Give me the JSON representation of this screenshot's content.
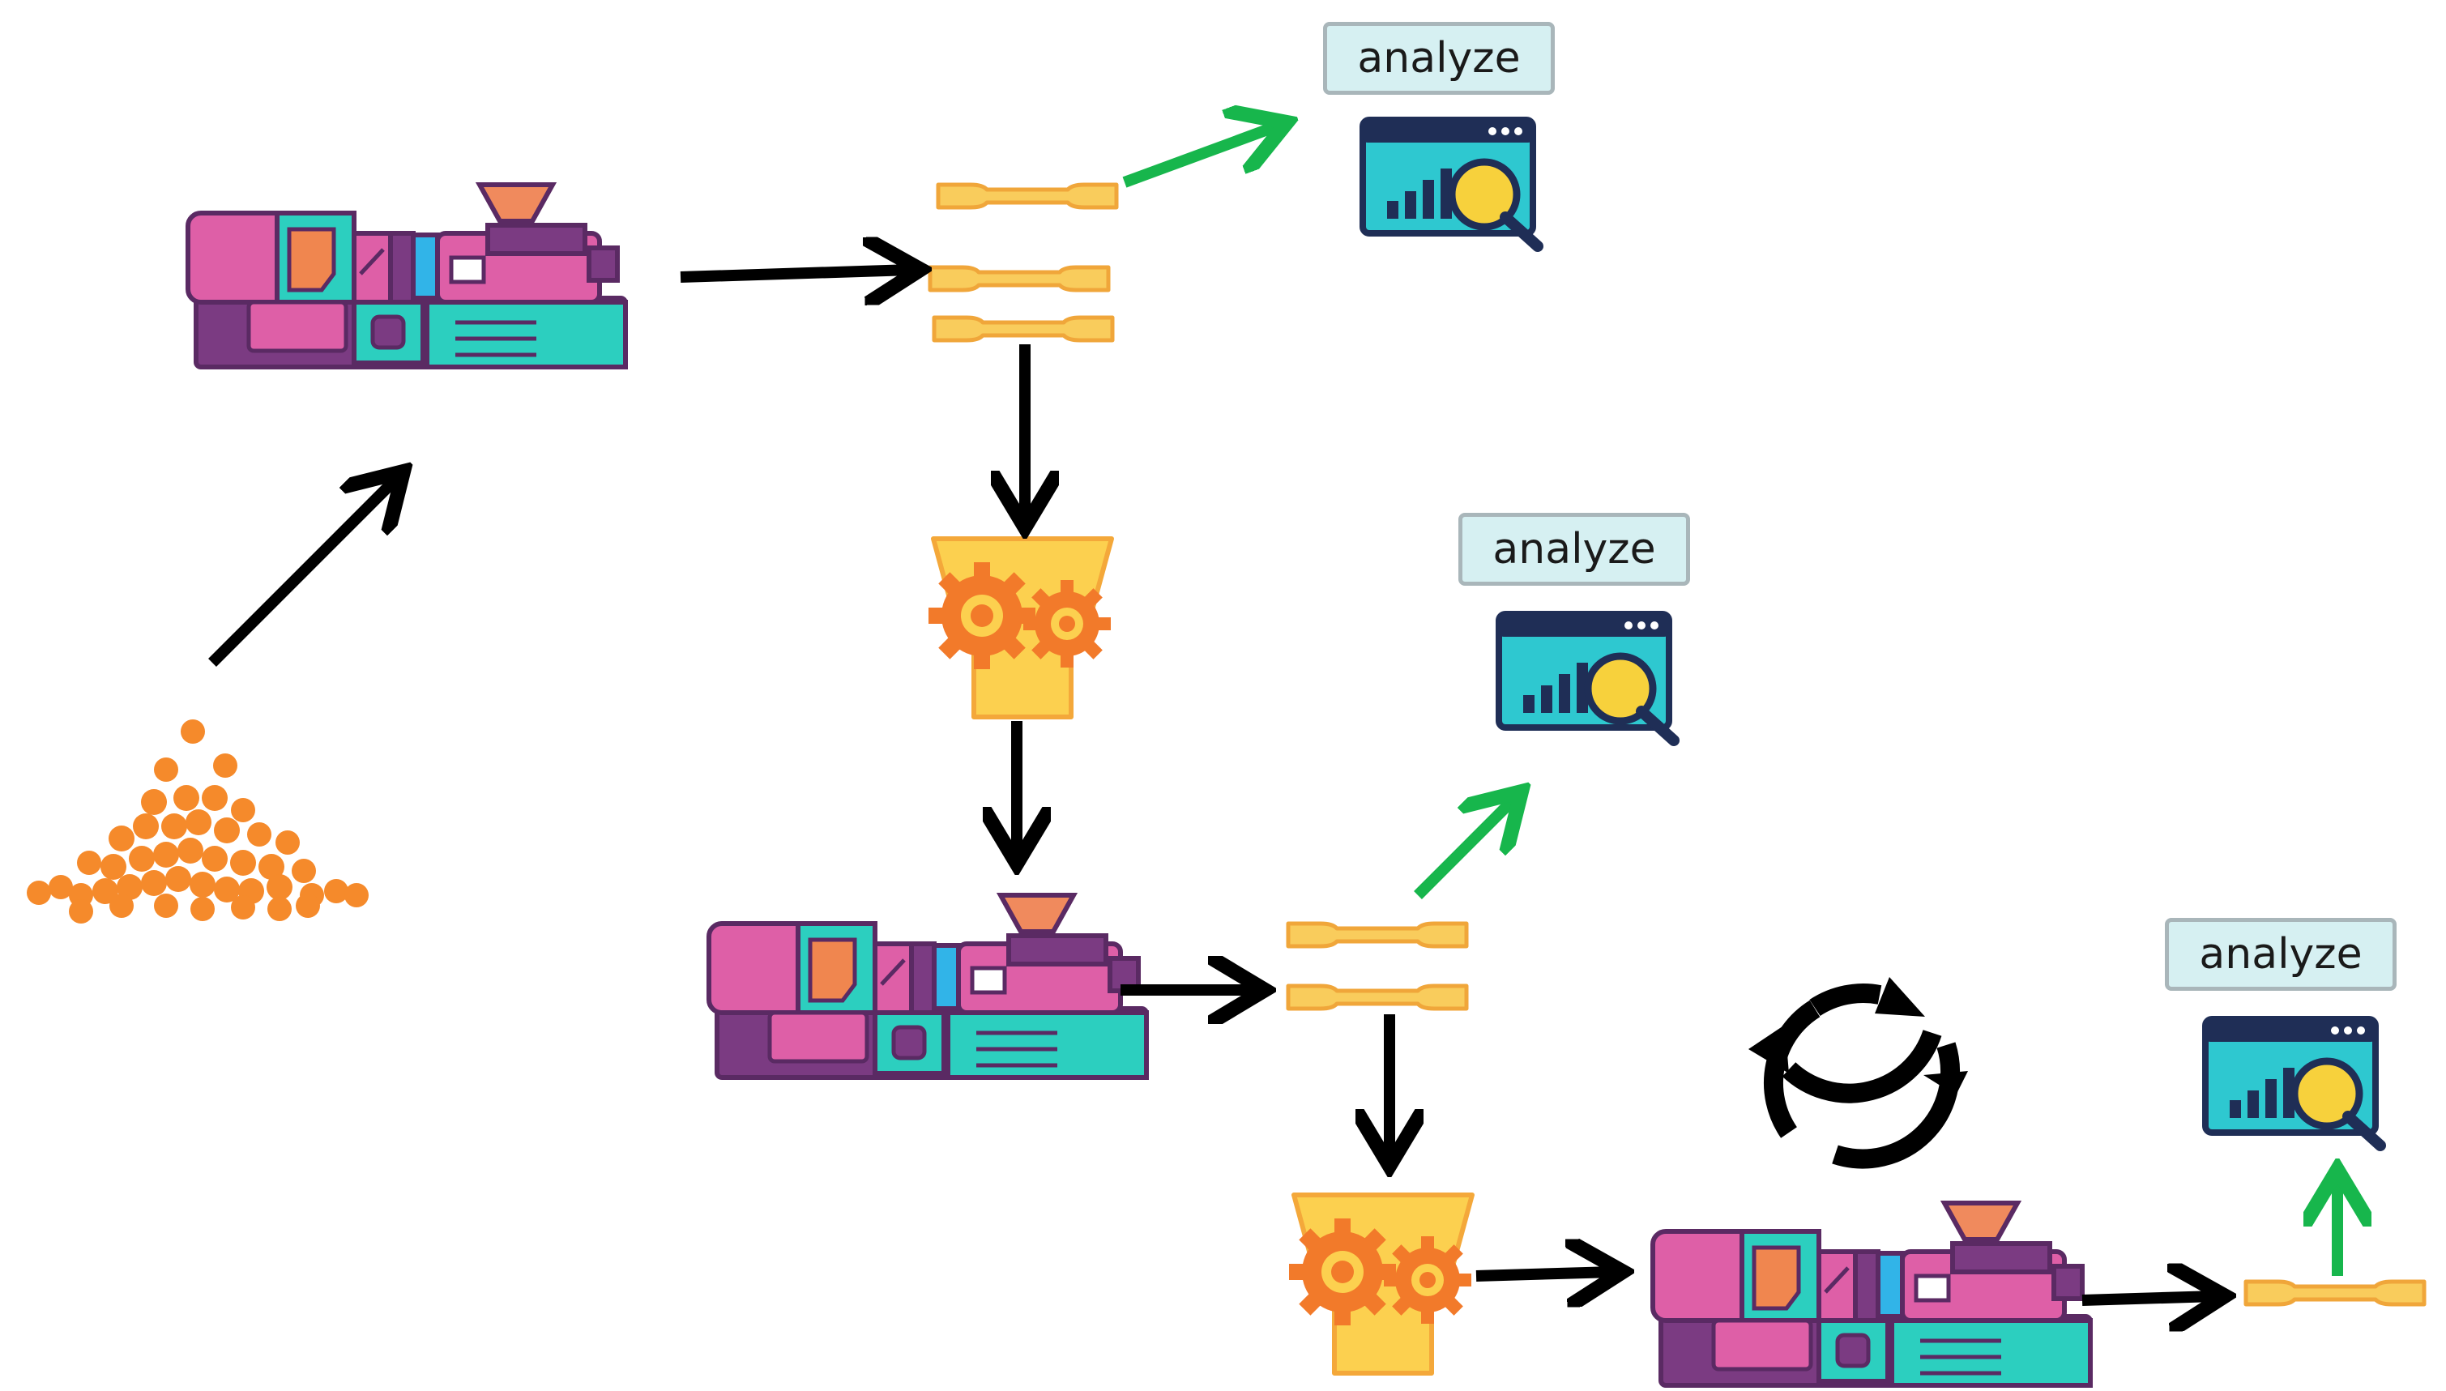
{
  "labels": {
    "analyze_1": "analyze",
    "analyze_2": "analyze",
    "analyze_3": "analyze"
  },
  "colors": {
    "machine_body": "#de5fa7",
    "machine_frame": "#7b3b82",
    "machine_outline": "#5a2a63",
    "machine_teal": "#2ccfbf",
    "machine_panel": "#f0864f",
    "machine_blue": "#31b4e8",
    "hopper": "#f08a5d",
    "specimen_fill": "#f9cc5c",
    "specimen_edge": "#f0a63a",
    "pellets": "#f58a2b",
    "shredder_fill": "#fcd04f",
    "shredder_edge": "#f4a83a",
    "gears": "#f27a2a",
    "arrow_black": "#000000",
    "arrow_green": "#17b64c",
    "label_bg": "#d6f0f2",
    "label_border": "#a9b6ba",
    "monitor_frame": "#1f2e56",
    "monitor_screen": "#2ec8d0",
    "magnifier": "#f7d13c"
  },
  "icons": [
    "plastic-pellets-icon",
    "injection-molding-machine-icon",
    "tensile-test-specimen-icon",
    "shredder-grinder-icon",
    "analysis-monitor-icon",
    "recycle-loop-icon"
  ]
}
